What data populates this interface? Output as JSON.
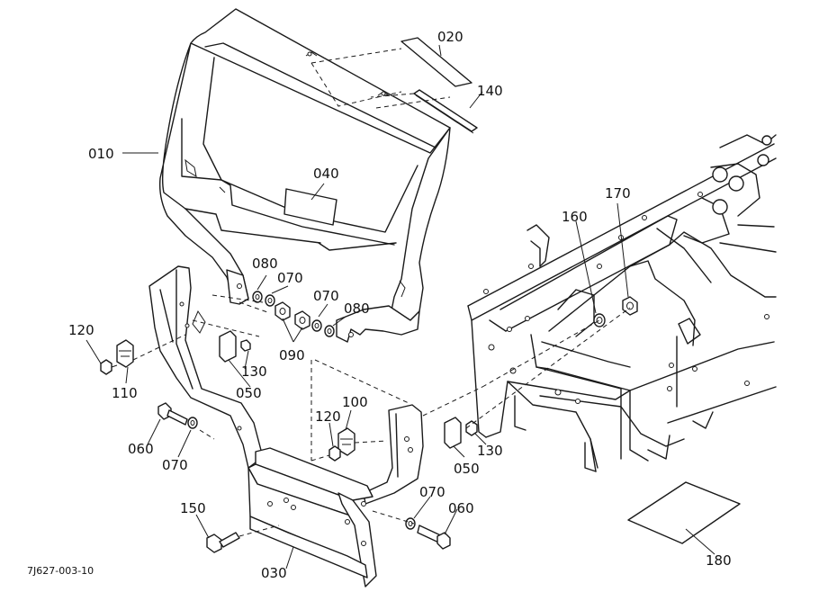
{
  "diagram": {
    "figure_code": "7J627-003-10",
    "callouts": {
      "c010": "010",
      "c020": "020",
      "c030": "030",
      "c040": "040",
      "c050a": "050",
      "c050b": "050",
      "c060a": "060",
      "c060b": "060",
      "c070a": "070",
      "c070b": "070",
      "c070c": "070",
      "c070d": "070",
      "c080a": "080",
      "c080b": "080",
      "c090": "090",
      "c100": "100",
      "c110": "110",
      "c120a": "120",
      "c120b": "120",
      "c130a": "130",
      "c130b": "130",
      "c140": "140",
      "c150": "150",
      "c160": "160",
      "c170": "170",
      "c180": "180"
    }
  }
}
